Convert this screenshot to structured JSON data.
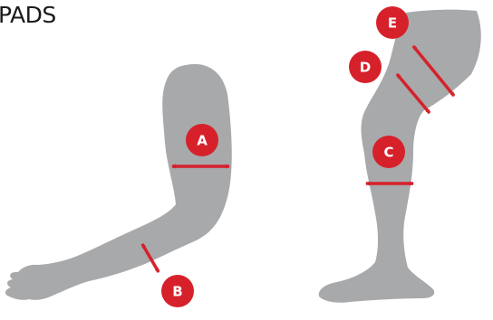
{
  "title": "PADS",
  "colors": {
    "limb": "#a8a9ab",
    "accent": "#d6212b",
    "background": "#ffffff"
  },
  "markers": {
    "A": "A",
    "B": "B",
    "C": "C",
    "D": "D",
    "E": "E"
  },
  "icons": {
    "arm": "arm-silhouette-icon",
    "leg": "leg-silhouette-icon",
    "measure": "double-arrow-icon"
  }
}
